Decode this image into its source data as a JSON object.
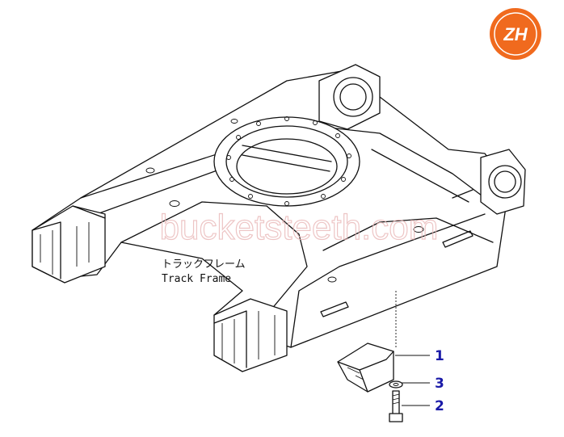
{
  "frame": {
    "label_jp": "トラックフレーム",
    "label_en": "Track Frame"
  },
  "watermark": {
    "text": "bucketsteeth.com"
  },
  "logo": {
    "text": "ZH",
    "color": "#f06a1e"
  },
  "callouts": [
    {
      "number": "1"
    },
    {
      "number": "3"
    },
    {
      "number": "2"
    }
  ],
  "colors": {
    "callout": "#1a1aa8",
    "line": "#111111"
  }
}
